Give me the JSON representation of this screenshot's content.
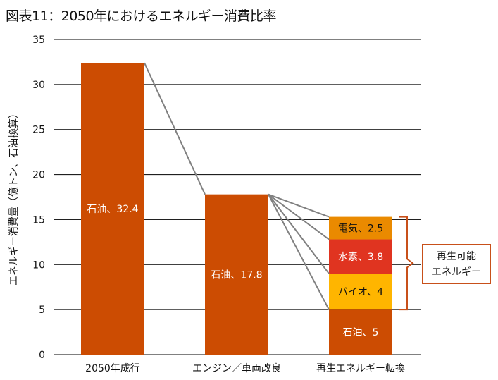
{
  "title": "図表11：2050年におけるエネルギー消費比率",
  "chart_data": {
    "type": "bar",
    "stacked": true,
    "title": "図表11：2050年におけるエネルギー消費比率",
    "xlabel": "",
    "ylabel": "エネルギー消費量（億トン、石油換算）",
    "ylim": [
      0,
      35
    ],
    "yticks": [
      0,
      5,
      10,
      15,
      20,
      25,
      30,
      35
    ],
    "grid": true,
    "categories": [
      "2050年成行",
      "エンジン／車両改良",
      "再生エネルギー転換"
    ],
    "segments": [
      {
        "category": 0,
        "name": "石油",
        "value": 32.4,
        "label": "石油、32.4",
        "color": "#CC4C02"
      },
      {
        "category": 1,
        "name": "石油",
        "value": 17.8,
        "label": "石油、17.8",
        "color": "#CC4C02"
      },
      {
        "category": 2,
        "name": "石油",
        "value": 5,
        "label": "石油、5",
        "color": "#CC4C02"
      },
      {
        "category": 2,
        "name": "バイオ",
        "value": 4,
        "label": "バイオ、4",
        "color": "#FFB500"
      },
      {
        "category": 2,
        "name": "水素",
        "value": 3.8,
        "label": "水素、3.8",
        "color": "#E03420"
      },
      {
        "category": 2,
        "name": "電気",
        "value": 2.5,
        "label": "電気、2.5",
        "color": "#EA8A00"
      }
    ],
    "annotation": {
      "lines": [
        "再生可能",
        "エネルギー"
      ],
      "color": "#C8501A"
    }
  }
}
